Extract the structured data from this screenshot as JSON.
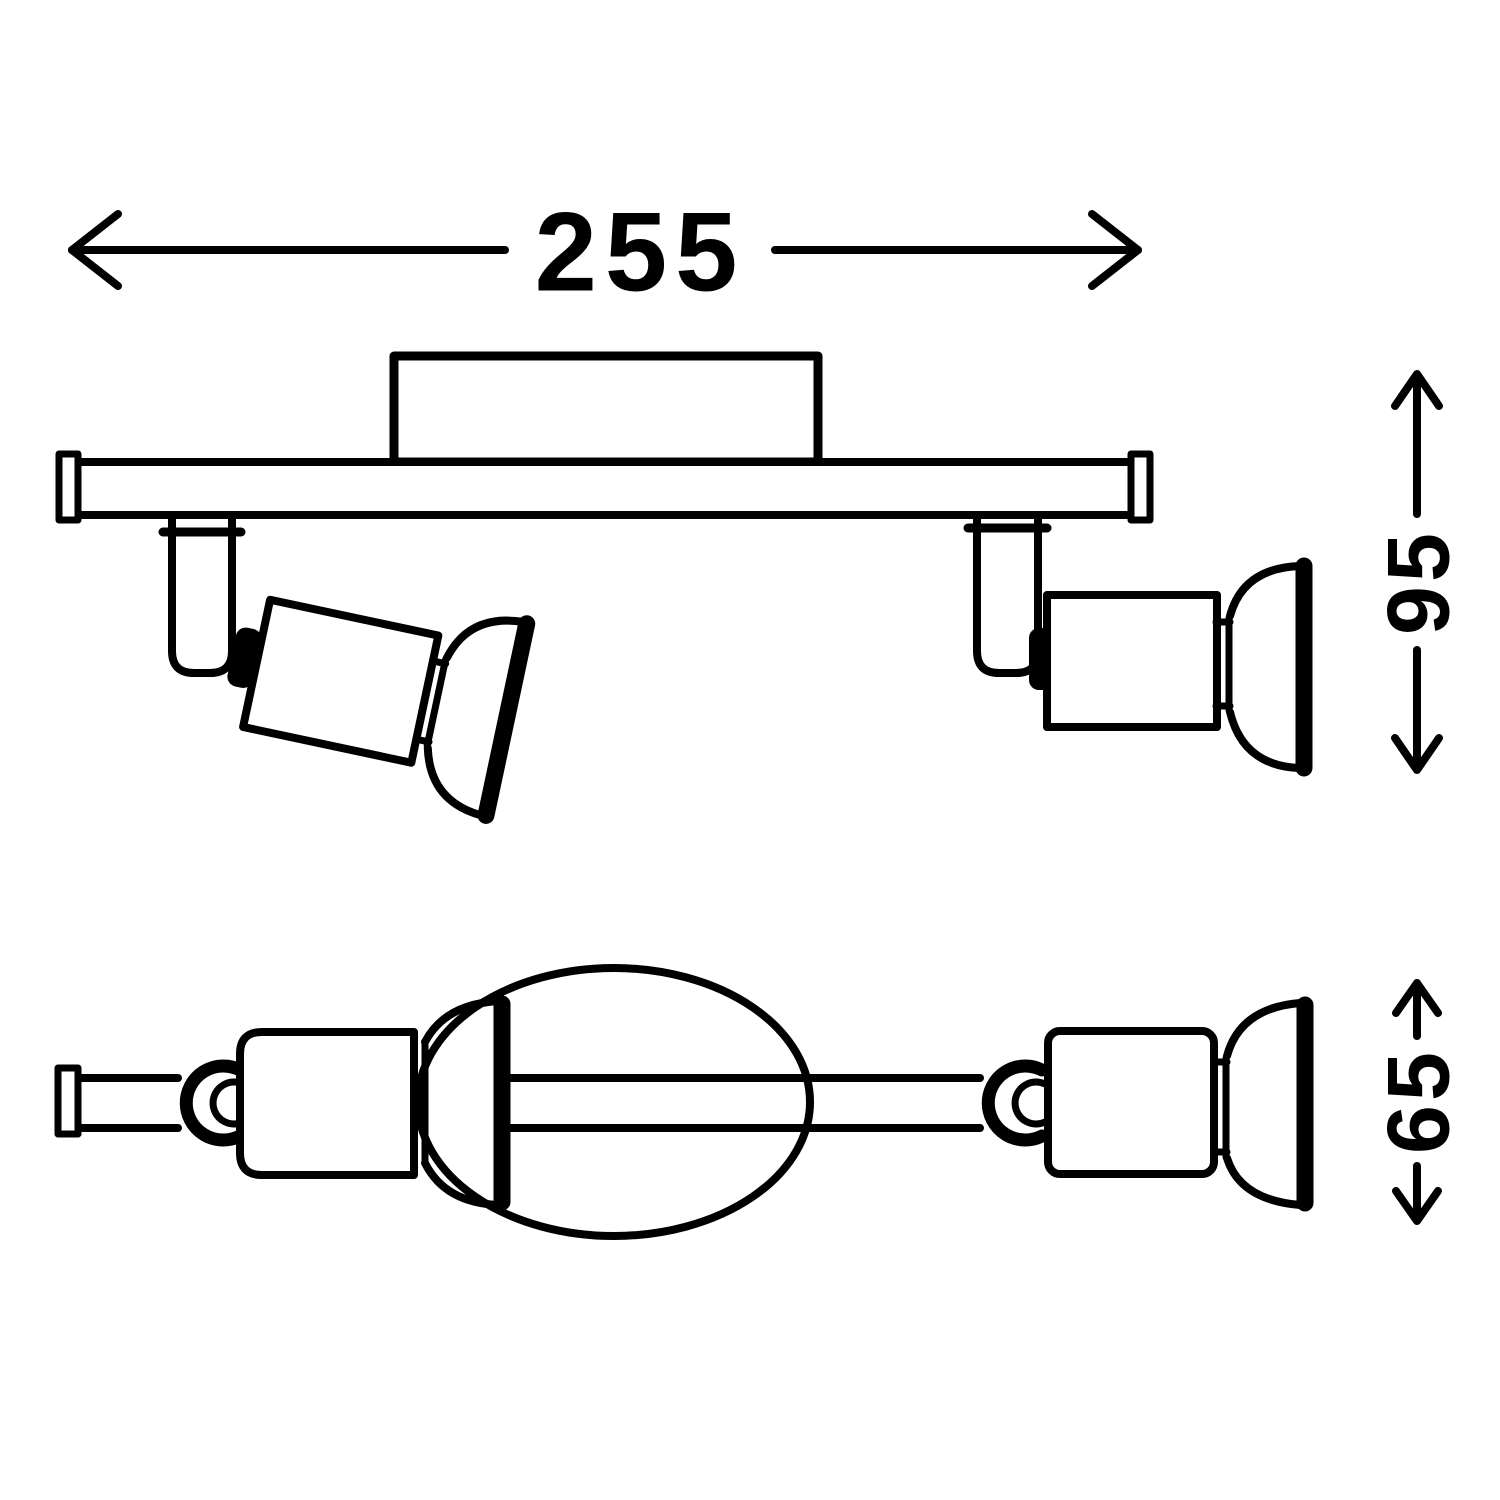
{
  "figure": {
    "kind": "technical-dimension-drawing",
    "subject": "two-lamp spotlight ceiling bar, front view and bottom view",
    "colors": {
      "line": "#000000",
      "background": "#ffffff"
    }
  },
  "dimensions": {
    "overall_width": {
      "value": "255",
      "orientation": "horizontal"
    },
    "front_height": {
      "value": "95",
      "orientation": "vertical"
    },
    "side_height": {
      "value": "65",
      "orientation": "vertical"
    }
  }
}
